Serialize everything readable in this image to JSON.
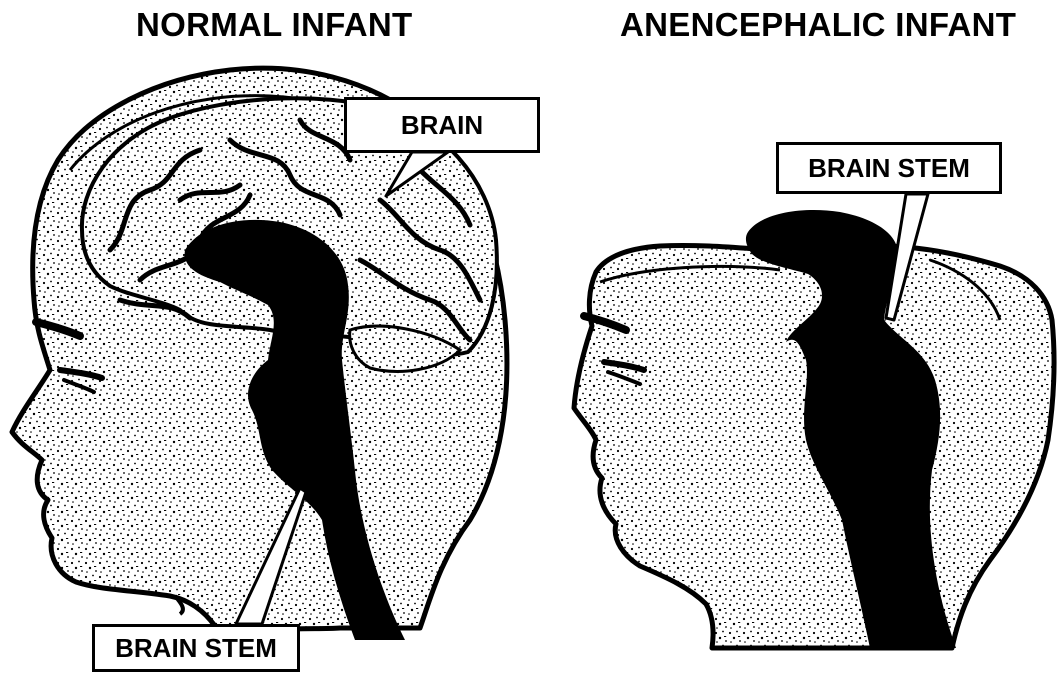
{
  "headings": {
    "left": "NORMAL INFANT",
    "right": "ANENCEPHALIC INFANT"
  },
  "labels": {
    "brain": "BRAIN",
    "brain_stem_right": "BRAIN STEM",
    "brain_stem_left": "BRAIN STEM"
  },
  "colors": {
    "ink": "#000000",
    "paper": "#ffffff"
  }
}
